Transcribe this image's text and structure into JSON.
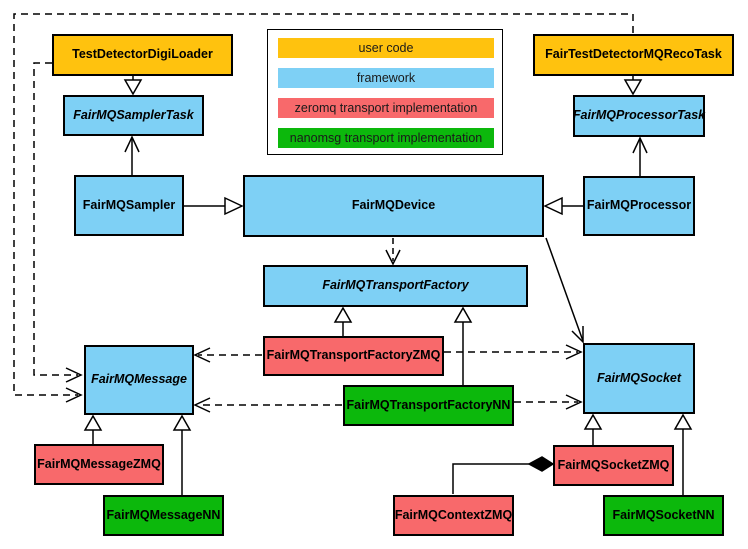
{
  "colors": {
    "user_code": "#FFC20E",
    "framework": "#7ED0F5",
    "zeromq": "#F8696B",
    "nanomsg": "#0CB80C",
    "background": "#FFFFFF",
    "line": "#000000"
  },
  "legend": {
    "items": [
      {
        "label": "user code",
        "category": "user_code"
      },
      {
        "label": "framework",
        "category": "framework"
      },
      {
        "label": "zeromq transport implementation",
        "category": "zeromq"
      },
      {
        "label": "nanomsg transport implementation",
        "category": "nanomsg"
      }
    ]
  },
  "nodes": {
    "testDetectorDigiLoader": {
      "label": "TestDetectorDigiLoader",
      "category": "user_code",
      "abstract": false
    },
    "fairTestDetectorMQRecoTask": {
      "label": "FairTestDetectorMQRecoTask",
      "category": "user_code",
      "abstract": false
    },
    "fairMQSamplerTask": {
      "label": "FairMQSamplerTask",
      "category": "framework",
      "abstract": true
    },
    "fairMQProcessorTask": {
      "label": "FairMQProcessorTask",
      "category": "framework",
      "abstract": true
    },
    "fairMQSampler": {
      "label": "FairMQSampler",
      "category": "framework",
      "abstract": false
    },
    "fairMQDevice": {
      "label": "FairMQDevice",
      "category": "framework",
      "abstract": false
    },
    "fairMQProcessor": {
      "label": "FairMQProcessor",
      "category": "framework",
      "abstract": false
    },
    "fairMQTransportFactory": {
      "label": "FairMQTransportFactory",
      "category": "framework",
      "abstract": true
    },
    "fairMQTransportFactoryZMQ": {
      "label": "FairMQTransportFactoryZMQ",
      "category": "zeromq",
      "abstract": false
    },
    "fairMQTransportFactoryNN": {
      "label": "FairMQTransportFactoryNN",
      "category": "nanomsg",
      "abstract": false
    },
    "fairMQMessage": {
      "label": "FairMQMessage",
      "category": "framework",
      "abstract": true
    },
    "fairMQSocket": {
      "label": "FairMQSocket",
      "category": "framework",
      "abstract": true
    },
    "fairMQMessageZMQ": {
      "label": "FairMQMessageZMQ",
      "category": "zeromq",
      "abstract": false
    },
    "fairMQMessageNN": {
      "label": "FairMQMessageNN",
      "category": "nanomsg",
      "abstract": false
    },
    "fairMQContextZMQ": {
      "label": "FairMQContextZMQ",
      "category": "zeromq",
      "abstract": false
    },
    "fairMQSocketZMQ": {
      "label": "FairMQSocketZMQ",
      "category": "zeromq",
      "abstract": false
    },
    "fairMQSocketNN": {
      "label": "FairMQSocketNN",
      "category": "nanomsg",
      "abstract": false
    }
  },
  "edges": [
    {
      "from": "TestDetectorDigiLoader",
      "to": "FairMQSamplerTask",
      "type": "inheritance"
    },
    {
      "from": "FairTestDetectorMQRecoTask",
      "to": "FairMQProcessorTask",
      "type": "inheritance"
    },
    {
      "from": "FairMQSampler",
      "to": "FairMQDevice",
      "type": "inheritance"
    },
    {
      "from": "FairMQProcessor",
      "to": "FairMQDevice",
      "type": "inheritance"
    },
    {
      "from": "FairMQSampler",
      "to": "FairMQSamplerTask",
      "type": "association"
    },
    {
      "from": "FairMQProcessor",
      "to": "FairMQProcessorTask",
      "type": "association"
    },
    {
      "from": "FairMQDevice",
      "to": "FairMQTransportFactory",
      "type": "dependency"
    },
    {
      "from": "FairMQDevice",
      "to": "FairMQSocket",
      "type": "association"
    },
    {
      "from": "FairMQTransportFactoryZMQ",
      "to": "FairMQTransportFactory",
      "type": "inheritance"
    },
    {
      "from": "FairMQTransportFactoryNN",
      "to": "FairMQTransportFactory",
      "type": "inheritance"
    },
    {
      "from": "FairMQTransportFactoryZMQ",
      "to": "FairMQMessage",
      "type": "dependency"
    },
    {
      "from": "FairMQTransportFactoryZMQ",
      "to": "FairMQSocket",
      "type": "dependency"
    },
    {
      "from": "FairMQTransportFactoryNN",
      "to": "FairMQMessage",
      "type": "dependency"
    },
    {
      "from": "FairMQTransportFactoryNN",
      "to": "FairMQSocket",
      "type": "dependency"
    },
    {
      "from": "FairMQMessageZMQ",
      "to": "FairMQMessage",
      "type": "inheritance"
    },
    {
      "from": "FairMQMessageNN",
      "to": "FairMQMessage",
      "type": "inheritance"
    },
    {
      "from": "FairMQSocketZMQ",
      "to": "FairMQSocket",
      "type": "inheritance"
    },
    {
      "from": "FairMQSocketNN",
      "to": "FairMQSocket",
      "type": "inheritance"
    },
    {
      "from": "FairMQContextZMQ",
      "to": "FairMQSocketZMQ",
      "type": "composition"
    },
    {
      "from": "TestDetectorDigiLoader",
      "to": "FairMQMessage",
      "type": "dependency"
    },
    {
      "from": "FairTestDetectorMQRecoTask",
      "to": "FairMQMessage",
      "type": "dependency"
    }
  ]
}
